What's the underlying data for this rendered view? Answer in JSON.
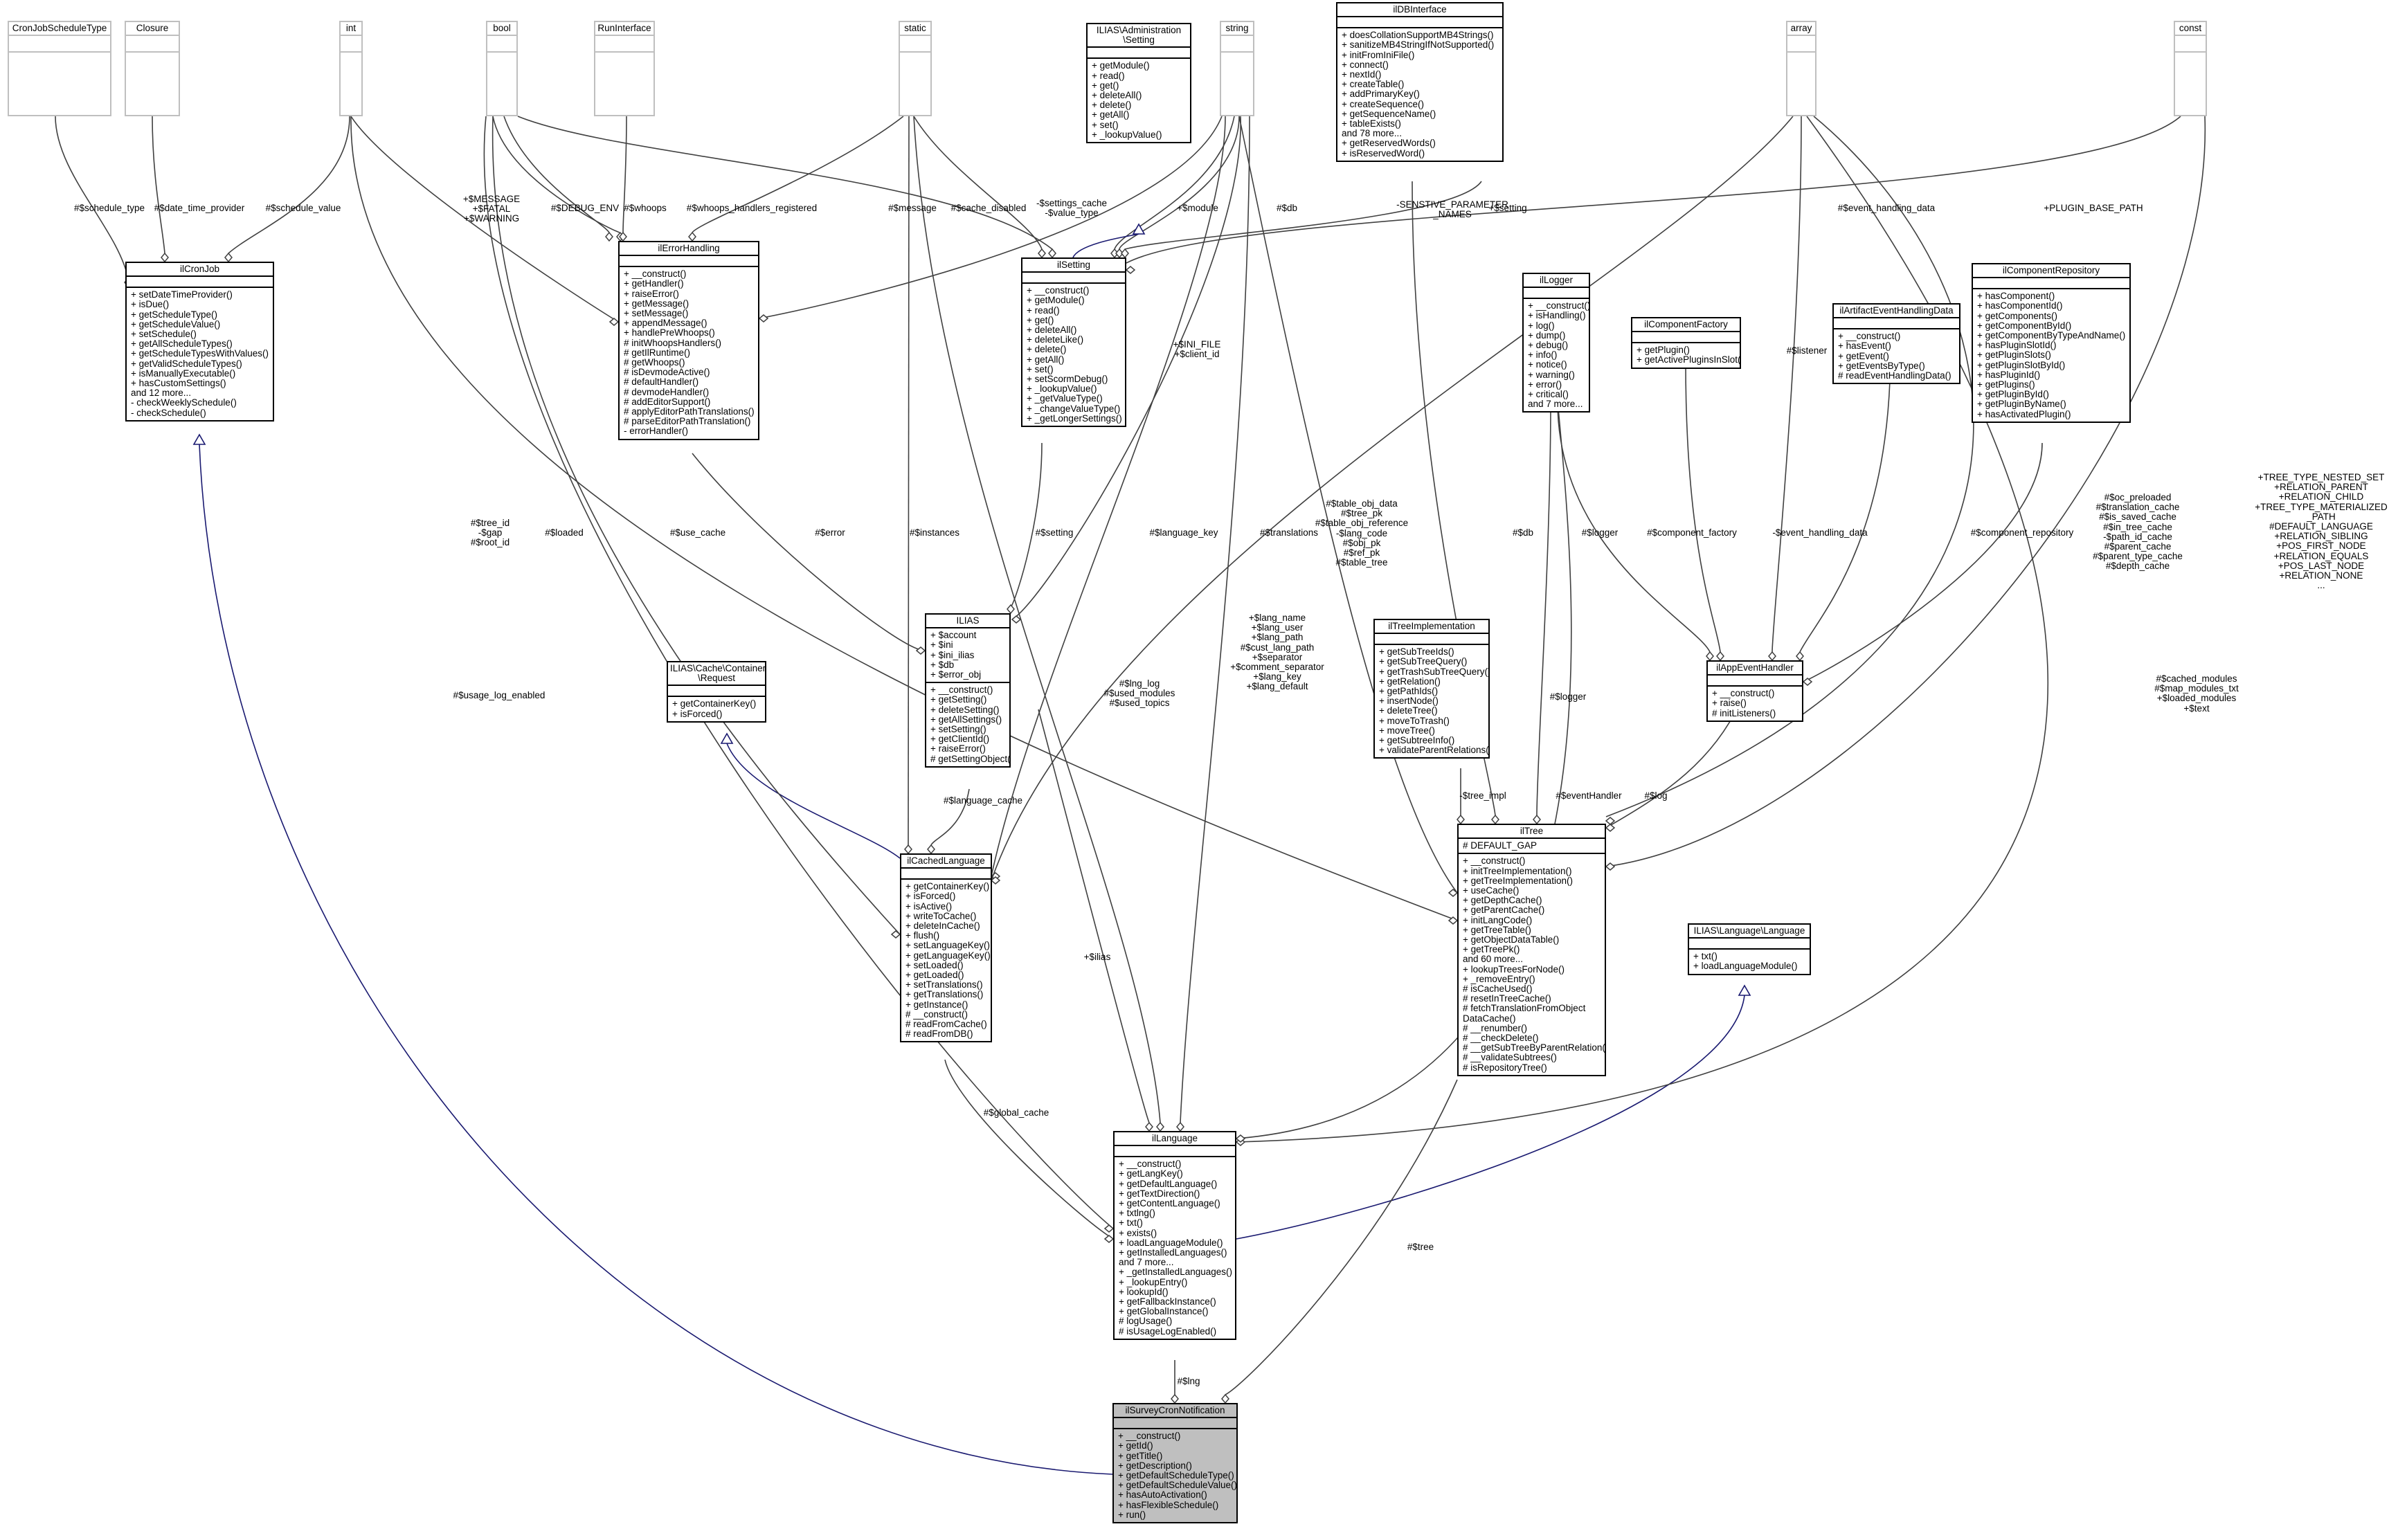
{
  "focus_class": "ilSurveyCronNotification",
  "nodes": [
    {
      "id": "CronJobScheduleType",
      "title": "CronJobScheduleType",
      "ghost": true,
      "attrs": [],
      "ops": []
    },
    {
      "id": "Closure",
      "title": "Closure",
      "ghost": true,
      "attrs": [],
      "ops": []
    },
    {
      "id": "int",
      "title": "int",
      "ghost": true,
      "attrs": [],
      "ops": []
    },
    {
      "id": "bool",
      "title": "bool",
      "ghost": true,
      "attrs": [],
      "ops": []
    },
    {
      "id": "RunInterface",
      "title": "RunInterface",
      "ghost": true,
      "attrs": [],
      "ops": []
    },
    {
      "id": "static",
      "title": "static",
      "ghost": true,
      "attrs": [],
      "ops": []
    },
    {
      "id": "string",
      "title": "string",
      "ghost": true,
      "attrs": [],
      "ops": []
    },
    {
      "id": "array",
      "title": "array",
      "ghost": true,
      "attrs": [],
      "ops": []
    },
    {
      "id": "const",
      "title": "const",
      "ghost": true,
      "attrs": [],
      "ops": []
    },
    {
      "id": "Setting",
      "title": "ILIAS\\Administration\n\\Setting",
      "ghost": false,
      "attrs": [],
      "ops": [
        "+ getModule()",
        "+ read()",
        "+ get()",
        "+ deleteAll()",
        "+ delete()",
        "+ getAll()",
        "+ set()",
        "+ _lookupValue()"
      ]
    },
    {
      "id": "ilDBInterface",
      "title": "ilDBInterface",
      "ghost": false,
      "attrs": [],
      "ops": [
        "+ doesCollationSupportMB4Strings()",
        "+ sanitizeMB4StringIfNotSupported()",
        "+ initFromIniFile()",
        "+ connect()",
        "+ nextId()",
        "+ createTable()",
        "+ addPrimaryKey()",
        "+ createSequence()",
        "+ getSequenceName()",
        "+ tableExists()",
        "and 78 more...",
        "+ getReservedWords()",
        "+ isReservedWord()"
      ]
    },
    {
      "id": "ilCronJob",
      "title": "ilCronJob",
      "ghost": false,
      "attrs": [],
      "ops": [
        "+ setDateTimeProvider()",
        "+ isDue()",
        "+ getScheduleType()",
        "+ getScheduleValue()",
        "+ setSchedule()",
        "+ getAllScheduleTypes()",
        "+ getScheduleTypesWithValues()",
        "+ getValidScheduleTypes()",
        "+ isManuallyExecutable()",
        "+ hasCustomSettings()",
        "and 12 more...",
        "- checkWeeklySchedule()",
        "- checkSchedule()"
      ]
    },
    {
      "id": "ilErrorHandling",
      "title": "ilErrorHandling",
      "ghost": false,
      "attrs": [],
      "ops": [
        "+ __construct()",
        "+ getHandler()",
        "+ raiseError()",
        "+ getMessage()",
        "+ setMessage()",
        "+ appendMessage()",
        "+ handlePreWhoops()",
        "# initWhoopsHandlers()",
        "# getIlRuntime()",
        "# getWhoops()",
        "# isDevmodeActive()",
        "# defaultHandler()",
        "# devmodeHandler()",
        "# addEditorSupport()",
        "# applyEditorPathTranslations()",
        "# parseEditorPathTranslation()",
        "- errorHandler()"
      ]
    },
    {
      "id": "ilSetting",
      "title": "ilSetting",
      "ghost": false,
      "attrs": [],
      "ops": [
        "+ __construct()",
        "+ getModule()",
        "+ read()",
        "+ get()",
        "+ deleteAll()",
        "+ deleteLike()",
        "+ delete()",
        "+ getAll()",
        "+ set()",
        "+ setScormDebug()",
        "+ _lookupValue()",
        "+ _getValueType()",
        "+ _changeValueType()",
        "+ _getLongerSettings()"
      ]
    },
    {
      "id": "ilLogger",
      "title": "ilLogger",
      "ghost": false,
      "attrs": [],
      "ops": [
        "+ __construct()",
        "+ isHandling()",
        "+ log()",
        "+ dump()",
        "+ debug()",
        "+ info()",
        "+ notice()",
        "+ warning()",
        "+ error()",
        "+ critical()",
        "and 7 more..."
      ]
    },
    {
      "id": "ilComponentFactory",
      "title": "ilComponentFactory",
      "ghost": false,
      "attrs": [],
      "ops": [
        "+ getPlugin()",
        "+ getActivePluginsInSlot()"
      ]
    },
    {
      "id": "ilArtifactEventHandlingData",
      "title": "ilArtifactEventHandlingData",
      "ghost": false,
      "attrs": [],
      "ops": [
        "+ __construct()",
        "+ hasEvent()",
        "+ getEvent()",
        "+ getEventsByType()",
        "# readEventHandlingData()"
      ]
    },
    {
      "id": "ilComponentRepository",
      "title": "ilComponentRepository",
      "ghost": false,
      "attrs": [],
      "ops": [
        "+ hasComponent()",
        "+ hasComponentId()",
        "+ getComponents()",
        "+ getComponentById()",
        "+ getComponentByTypeAndName()",
        "+ hasPluginSlotId()",
        "+ getPluginSlots()",
        "+ getPluginSlotById()",
        "+ hasPluginId()",
        "+ getPlugins()",
        "+ getPluginById()",
        "+ getPluginByName()",
        "+ hasActivatedPlugin()"
      ]
    },
    {
      "id": "ILIAS",
      "title": "ILIAS",
      "ghost": false,
      "attrs": [
        "+ $account",
        "+ $ini",
        "+ $ini_ilias",
        "+ $db",
        "+ $error_obj"
      ],
      "ops": [
        "+ __construct()",
        "+ getSetting()",
        "+ deleteSetting()",
        "+ getAllSettings()",
        "+ setSetting()",
        "+ getClientId()",
        "+ raiseError()",
        "# getSettingObject()"
      ]
    },
    {
      "id": "Request",
      "title": "ILIAS\\Cache\\Container\n\\Request",
      "ghost": false,
      "attrs": [],
      "ops": [
        "+ getContainerKey()",
        "+ isForced()"
      ]
    },
    {
      "id": "ilTreeImplementation",
      "title": "ilTreeImplementation",
      "ghost": false,
      "attrs": [],
      "ops": [
        "+ getSubTreeIds()",
        "+ getSubTreeQuery()",
        "+ getTrashSubTreeQuery()",
        "+ getRelation()",
        "+ getPathIds()",
        "+ insertNode()",
        "+ deleteTree()",
        "+ moveToTrash()",
        "+ moveTree()",
        "+ getSubtreeInfo()",
        "+ validateParentRelations()"
      ]
    },
    {
      "id": "ilAppEventHandler",
      "title": "ilAppEventHandler",
      "ghost": false,
      "attrs": [],
      "ops": [
        "+ __construct()",
        "+ raise()",
        "# initListeners()"
      ]
    },
    {
      "id": "ilCachedLanguage",
      "title": "ilCachedLanguage",
      "ghost": false,
      "attrs": [],
      "ops": [
        "+ getContainerKey()",
        "+ isForced()",
        "+ isActive()",
        "+ writeToCache()",
        "+ deleteInCache()",
        "+ flush()",
        "+ setLanguageKey()",
        "+ getLanguageKey()",
        "+ setLoaded()",
        "+ getLoaded()",
        "+ setTranslations()",
        "+ getTranslations()",
        "+ getInstance()",
        "# __construct()",
        "# readFromCache()",
        "# readFromDB()"
      ]
    },
    {
      "id": "ilTree",
      "title": "ilTree",
      "ghost": false,
      "attrs": [
        "# DEFAULT_GAP"
      ],
      "ops": [
        "+ __construct()",
        "+ initTreeImplementation()",
        "+ getTreeImplementation()",
        "+ useCache()",
        "+ getDepthCache()",
        "+ getParentCache()",
        "+ initLangCode()",
        "+ getTreeTable()",
        "+ getObjectDataTable()",
        "+ getTreePk()",
        "and 60 more...",
        "+ lookupTreesForNode()",
        "+ _removeEntry()",
        "# isCacheUsed()",
        "# resetInTreeCache()",
        "# fetchTranslationFromObject",
        "DataCache()",
        "# __renumber()",
        "# __checkDelete()",
        "# __getSubTreeByParentRelation()",
        "# __validateSubtrees()",
        "# isRepositoryTree()"
      ]
    },
    {
      "id": "Language",
      "title": "ILIAS\\Language\\Language",
      "ghost": false,
      "attrs": [],
      "ops": [
        "+ txt()",
        "+ loadLanguageModule()"
      ]
    },
    {
      "id": "ilLanguage",
      "title": "ilLanguage",
      "ghost": false,
      "attrs": [],
      "ops": [
        "+ __construct()",
        "+ getLangKey()",
        "+ getDefaultLanguage()",
        "+ getTextDirection()",
        "+ getContentLanguage()",
        "+ txtlng()",
        "+ txt()",
        "+ exists()",
        "+ loadLanguageModule()",
        "+ getInstalledLanguages()",
        "and 7 more...",
        "+ _getInstalledLanguages()",
        "+ _lookupEntry()",
        "+ lookupId()",
        "+ getFallbackInstance()",
        "+ getGlobalInstance()",
        "# logUsage()",
        "# isUsageLogEnabled()"
      ]
    },
    {
      "id": "ilSurveyCronNotification",
      "title": "ilSurveyCronNotification",
      "ghost": false,
      "focus": true,
      "attrs": [],
      "ops": [
        "+ __construct()",
        "+ getId()",
        "+ getTitle()",
        "+ getDescription()",
        "+ getDefaultScheduleType()",
        "+ getDefaultScheduleValue()",
        "+ hasAutoActivation()",
        "+ hasFlexibleSchedule()",
        "+ run()"
      ]
    }
  ],
  "edge_labels": [
    {
      "id": "l_schedule_type",
      "lines": [
        "#$schedule_type"
      ]
    },
    {
      "id": "l_date_time_provider",
      "lines": [
        "#$date_time_provider"
      ]
    },
    {
      "id": "l_schedule_value",
      "lines": [
        "#$schedule_value"
      ]
    },
    {
      "id": "l_message_consts",
      "lines": [
        "+$MESSAGE",
        "+$FATAL",
        "+$WARNING"
      ]
    },
    {
      "id": "l_debug_env",
      "lines": [
        "#$DEBUG_ENV"
      ]
    },
    {
      "id": "l_whoops",
      "lines": [
        "#$whoops"
      ]
    },
    {
      "id": "l_whoops_registered",
      "lines": [
        "#$whoops_handlers_registered"
      ]
    },
    {
      "id": "l_message",
      "lines": [
        "#$message"
      ]
    },
    {
      "id": "l_cache_disabled",
      "lines": [
        "#$cache_disabled"
      ]
    },
    {
      "id": "l_settings_cache",
      "lines": [
        "-$settings_cache",
        "-$value_type"
      ]
    },
    {
      "id": "l_module",
      "lines": [
        "+$module"
      ]
    },
    {
      "id": "l_db_setting",
      "lines": [
        "#$db"
      ]
    },
    {
      "id": "l_sensitive",
      "lines": [
        "-SENSTIVE_PARAMETER",
        "_NAMES"
      ]
    },
    {
      "id": "l_setting_arr",
      "lines": [
        "+$setting"
      ]
    },
    {
      "id": "l_event_handling_data",
      "lines": [
        "#$event_handling_data"
      ]
    },
    {
      "id": "l_plugin_base",
      "lines": [
        "+PLUGIN_BASE_PATH"
      ]
    },
    {
      "id": "l_listener",
      "lines": [
        "#$listener"
      ]
    },
    {
      "id": "l_ini_file",
      "lines": [
        "+$INI_FILE",
        "+$client_id"
      ]
    },
    {
      "id": "l_error",
      "lines": [
        "#$error"
      ]
    },
    {
      "id": "l_instances",
      "lines": [
        "#$instances"
      ]
    },
    {
      "id": "l_setting",
      "lines": [
        "#$setting"
      ]
    },
    {
      "id": "l_language_key",
      "lines": [
        "#$language_key"
      ]
    },
    {
      "id": "l_translations",
      "lines": [
        "#$translations"
      ]
    },
    {
      "id": "l_table_obj",
      "lines": [
        "#$table_obj_data",
        "#$tree_pk",
        "#$table_obj_reference",
        "-$lang_code",
        "#$obj_pk",
        "#$ref_pk",
        "#$table_tree"
      ]
    },
    {
      "id": "l_db_tree",
      "lines": [
        "#$db"
      ]
    },
    {
      "id": "l_logger_app",
      "lines": [
        "#$logger"
      ]
    },
    {
      "id": "l_component_factory",
      "lines": [
        "#$component_factory"
      ]
    },
    {
      "id": "l_event_handling_data2",
      "lines": [
        "-$event_handling_data"
      ]
    },
    {
      "id": "l_component_repository",
      "lines": [
        "#$component_repository"
      ]
    },
    {
      "id": "l_oc_preloaded",
      "lines": [
        "#$oc_preloaded",
        "#$translation_cache",
        "#$is_saved_cache",
        "#$in_tree_cache",
        "-$path_id_cache",
        "#$parent_cache",
        "#$parent_type_cache",
        "#$depth_cache"
      ]
    },
    {
      "id": "l_tree_consts",
      "lines": [
        "+TREE_TYPE_NESTED_SET",
        "+RELATION_PARENT",
        "+RELATION_CHILD",
        "+TREE_TYPE_MATERIALIZED",
        "_PATH",
        "#DEFAULT_LANGUAGE",
        "+RELATION_SIBLING",
        "+POS_FIRST_NODE",
        "+RELATION_EQUALS",
        "+POS_LAST_NODE",
        "+RELATION_NONE",
        "..."
      ]
    },
    {
      "id": "l_tree_id",
      "lines": [
        "#$tree_id",
        "-$gap",
        "#$root_id"
      ]
    },
    {
      "id": "l_loaded",
      "lines": [
        "#$loaded"
      ]
    },
    {
      "id": "l_use_cache",
      "lines": [
        "#$use_cache"
      ]
    },
    {
      "id": "l_usage_log",
      "lines": [
        "#$usage_log_enabled"
      ]
    },
    {
      "id": "l_lng_log",
      "lines": [
        "#$lng_log",
        "#$used_modules",
        "#$used_topics"
      ]
    },
    {
      "id": "l_lang_name",
      "lines": [
        "+$lang_name",
        "+$lang_user",
        "+$lang_path",
        "#$cust_lang_path",
        "+$separator",
        "+$comment_separator",
        "+$lang_key",
        "+$lang_default"
      ]
    },
    {
      "id": "l_cached_modules",
      "lines": [
        "#$cached_modules",
        "#$map_modules_txt",
        "+$loaded_modules",
        "+$text"
      ]
    },
    {
      "id": "l_language_cache",
      "lines": [
        "#$language_cache"
      ]
    },
    {
      "id": "l_tree_impl",
      "lines": [
        "-$tree_impl"
      ]
    },
    {
      "id": "l_event_handler",
      "lines": [
        "#$eventHandler"
      ]
    },
    {
      "id": "l_log",
      "lines": [
        "#$log"
      ]
    },
    {
      "id": "l_logger_tree",
      "lines": [
        "#$logger"
      ]
    },
    {
      "id": "l_ilias",
      "lines": [
        "+$ilias"
      ]
    },
    {
      "id": "l_global_cache",
      "lines": [
        "#$global_cache"
      ]
    },
    {
      "id": "l_tree",
      "lines": [
        "#$tree"
      ]
    },
    {
      "id": "l_lng",
      "lines": [
        "#$lng"
      ]
    }
  ]
}
